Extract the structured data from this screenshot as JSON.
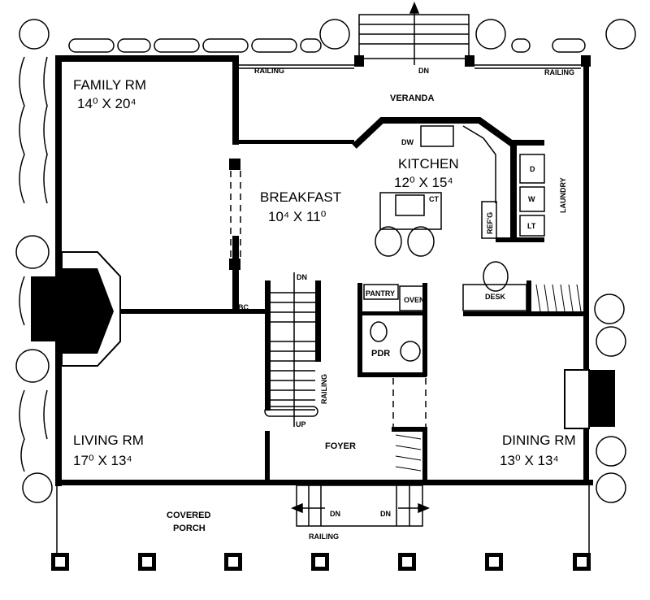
{
  "rooms": {
    "family": {
      "name": "FAMILY RM",
      "size": "14⁰ X 20⁴"
    },
    "veranda": {
      "name": "VERANDA"
    },
    "kitchen": {
      "name": "KITCHEN",
      "size": "12⁰ X 15⁴"
    },
    "breakfast": {
      "name": "BREAKFAST",
      "size": "10⁴ X 11⁰"
    },
    "laundry": {
      "name": "LAUNDRY"
    },
    "living": {
      "name": "LIVING RM",
      "size": "17⁰ X 13⁴"
    },
    "dining": {
      "name": "DINING RM",
      "size": "13⁰ X 13⁴"
    },
    "foyer": {
      "name": "FOYER"
    },
    "porch": {
      "name_line1": "COVERED",
      "name_line2": "PORCH"
    },
    "pantry": {
      "name": "PANTRY"
    },
    "pdr": {
      "name": "PDR"
    },
    "desk": {
      "name": "DESK"
    }
  },
  "labels": {
    "railing_veranda_left": "RAILING",
    "railing_veranda_right": "RAILING",
    "railing_stair": "RAILING",
    "railing_porch": "RAILING",
    "dn_veranda": "DN",
    "dn_stair": "DN",
    "up_stair": "UP",
    "dn_porch_left": "DN",
    "dn_porch_right": "DN",
    "bc": "BC",
    "oven": "OVEN",
    "refrigerator": "REF'G",
    "cooktop": "CT",
    "dryer": "D",
    "washer": "W",
    "laundry_tub": "LT",
    "dishwasher": "DW"
  }
}
